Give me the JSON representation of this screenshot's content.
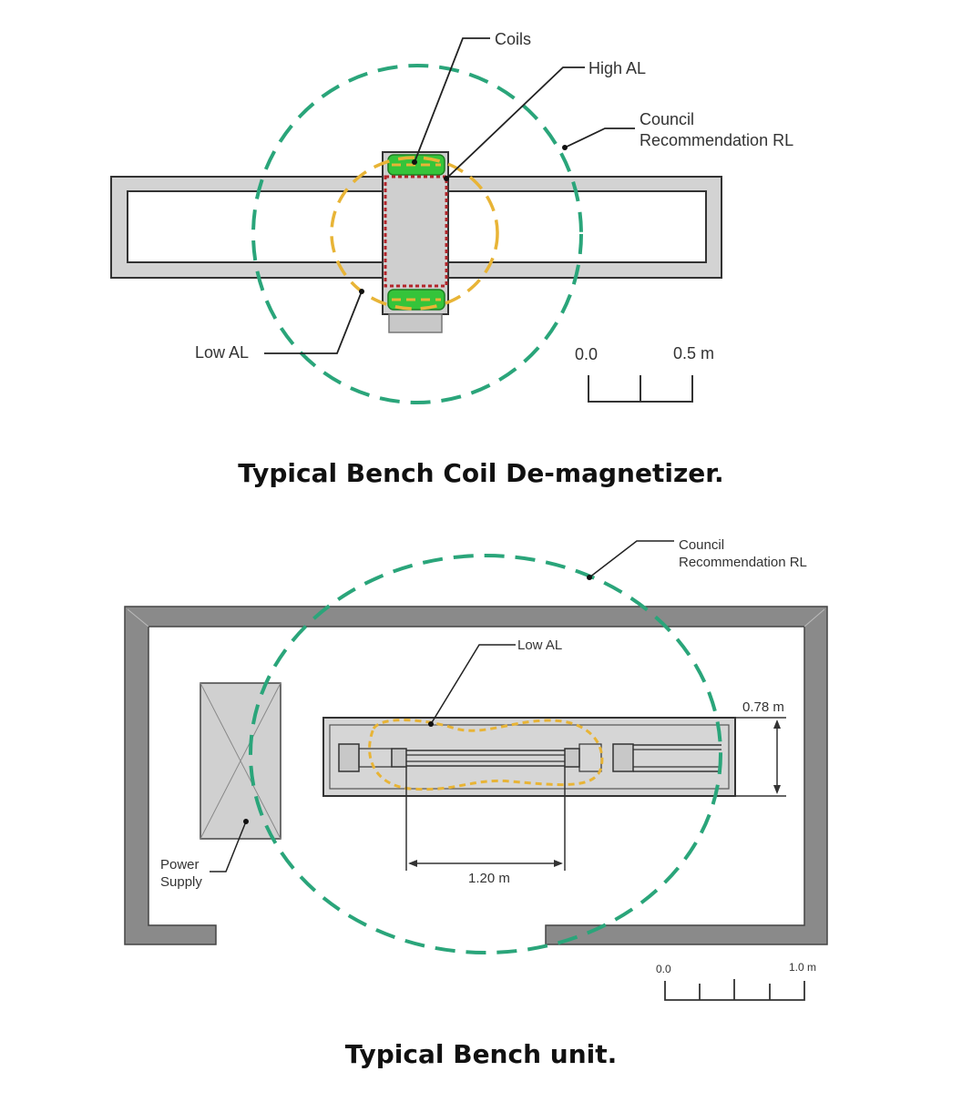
{
  "figure1": {
    "caption": "Typical Bench Coil De-magnetizer.",
    "labels": {
      "coils": "Coils",
      "high_al": "High AL",
      "council_line1": "Council",
      "council_line2": "Recommendation RL",
      "low_al": "Low AL"
    },
    "scale": {
      "start": "0.0",
      "end": "0.5 m"
    }
  },
  "figure2": {
    "caption": "Typical Bench unit.",
    "labels": {
      "council_line1": "Council",
      "council_line2": "Recommendation RL",
      "low_al": "Low AL",
      "power_line1": "Power",
      "power_line2": "Supply"
    },
    "dimensions": {
      "height": "0.78 m",
      "length": "1.20 m"
    },
    "scale": {
      "start": "0.0",
      "end": "1.0 m"
    }
  },
  "colors": {
    "council_rl": "#2aa57a",
    "low_al": "#e8b436",
    "high_al": "#b3262b",
    "coil_fill": "#35c43a",
    "frame_fill": "#d0d0d0",
    "wall_fill": "#8a8a8a"
  }
}
